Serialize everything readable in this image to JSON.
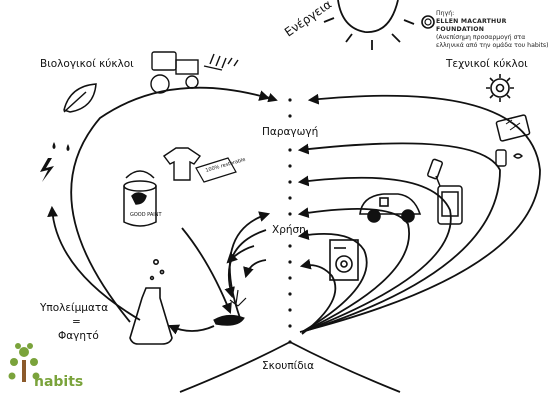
{
  "labels": {
    "energy": "Ενέργεια",
    "bio_cycles": "Βιολογικοί κύκλοι",
    "tech_cycles": "Τεχνικοί κύκλοι",
    "production": "Παραγωγή",
    "use": "Χρήση",
    "waste": "Σκουπίδια",
    "residues_line1": "Υπολείμματα",
    "residues_eq": "=",
    "residues_line2": "Φαγητό"
  },
  "source": {
    "line1": "Πηγή:",
    "org": "ELLEN MACARTHUR FOUNDATION",
    "line3": "(Ανεπίσημη προσαρμογή στα",
    "line4": "ελληνικά από την ομάδα του habits)"
  },
  "logo": {
    "text": "habits",
    "color_tree": "#7aa33b",
    "color_trunk": "#8b5a2b"
  },
  "tags": {
    "tshirt_tag": "100% restorable",
    "paint_can": "GOOD PAINT"
  },
  "colors": {
    "ink": "#111111"
  }
}
